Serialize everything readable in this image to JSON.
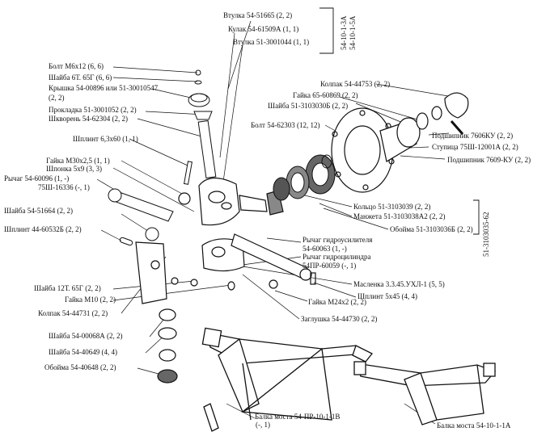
{
  "labels": {
    "vtulka_665": "Втулка 54-51665 (2, 2)",
    "kulak": "Кулак 54-61509А (1, 1)",
    "vtulka_044": "Втулка 51-3001044 (1, 1)",
    "group_a": "54-10-1-3А",
    "group_b": "54-10-1-5А",
    "bolt_m6": "Болт М6х12 (6, 6)",
    "shayba_6t": "Шайба 6Т. 65Г (6, 6)",
    "kryshka": "Крышка 54-00896 или 51-30010547",
    "kryshka_qty": "(2, 2)",
    "prokladka": "Прокладка 51-3001052 (2, 2)",
    "shkvoren": "Шкворень 54-62304 (2, 2)",
    "kolpak_753": "Колпак 54-44753 (2, 2)",
    "gaika_65": "Гайка 65-60869 (2, 2)",
    "shayba_030b": "Шайба 51-3103030Б (2, 2)",
    "bolt_303": "Болт 54-62303 (12, 12)",
    "shplint_63": "Шплинт 6,3х60 (1, 1)",
    "podsh_7606": "Подшипник 7606КУ (2, 2)",
    "stupica": "Ступица 75Ш-12001А (2, 2)",
    "podsh_7609": "Подшипник 7609-КУ (2, 2)",
    "gaika_m30": "Гайка М30х2,5 (1, 1)",
    "shponka": "Шпонка 5х9 (3, 3)",
    "rychag_096": "Рычаг 54-60096 (1, -)",
    "rychag_336": "75Ш-16336 (-, 1)",
    "kolco": "Кольцо 51-3103039 (2, 2)",
    "manzheta": "Манжета 51-3103038А2 (2, 2)",
    "obojma_036b": "Обойма 51-3103036Б (2, 2)",
    "group_c": "51-3103035-62",
    "shayba_664": "Шайба 54-51664 (2, 2)",
    "shplint_605": "Шплинт 44-60532Б (2, 2)",
    "rychag_gu": "Рычаг гидроусилителя",
    "rychag_gu_num": "54-60063 (1, -)",
    "rychag_gc": "Рычаг гидроцилиндра",
    "rychag_gc_num": "54ПР-60059 (-, 1)",
    "maslenka": "Масленка 3.3.45.УХЛ-1 (5, 5)",
    "shplint_545": "Шплинт 5х45 (4, 4)",
    "shayba_12t": "Шайба 12Т. 65Г (2, 2)",
    "gaika_m10": "Гайка М10 (2, 2)",
    "gaika_m24": "Гайка М24х2 (2, 2)",
    "kolpak_731": "Колпак 54-44731 (2, 2)",
    "zaglushka": "Заглушка 54-44730 (2, 2)",
    "shayba_068a": "Шайба 54-00068А (2, 2)",
    "shayba_649": "Шайба 54-40649 (4, 4)",
    "obojma_648": "Обойма 54-40648 (2, 2)",
    "balka_1b": "Балка моста 54-ПР-10-1-1В",
    "balka_1b_qty": "(-, 1)",
    "balka_1a": "Балка моста 54-10-1-1А"
  },
  "colors": {
    "line": "#111111",
    "part_fill": "#ffffff",
    "shade": "#555555"
  }
}
